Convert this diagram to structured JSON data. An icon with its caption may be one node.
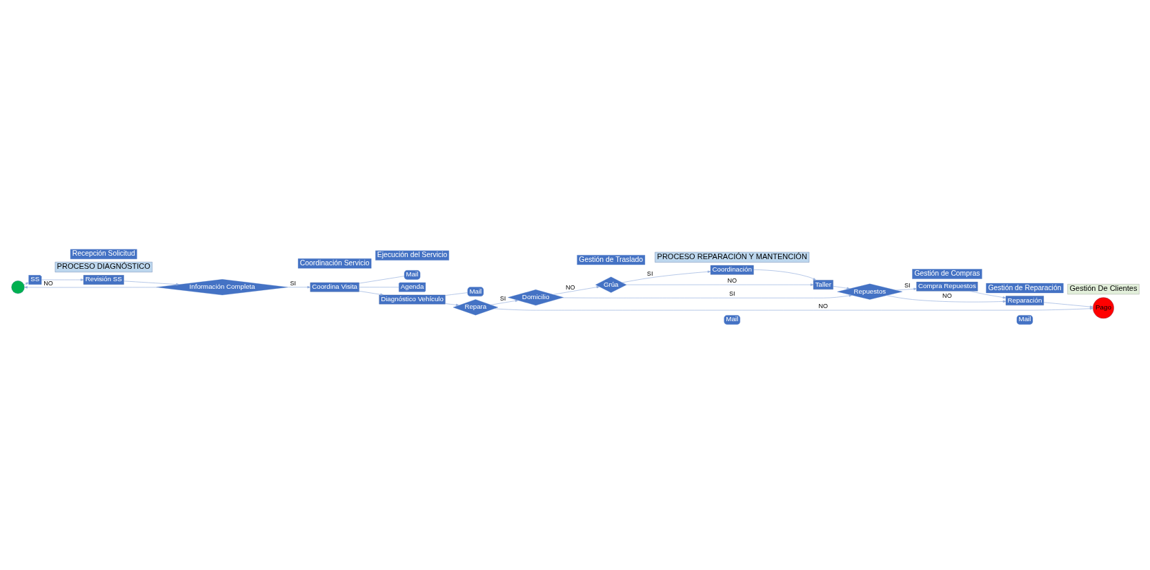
{
  "diagram": {
    "nodes": [
      {
        "text": [],
        "shape": "circle"
      },
      {
        "text": [
          "SS"
        ]
      },
      {
        "text": [
          "Revisión SS"
        ]
      },
      {
        "text": [
          "Información Completa"
        ]
      },
      {
        "text": [
          "Coordina Visita"
        ]
      },
      {
        "text": [
          "Mail"
        ]
      },
      {
        "text": [
          "Agenda"
        ]
      },
      {
        "text": [
          "Diagnóstico Vehículo"
        ]
      },
      {
        "text": [
          "Mail"
        ]
      },
      {
        "text": [
          "Repara"
        ]
      },
      {
        "text": [
          "Domicilio"
        ]
      },
      {
        "text": [
          "Grúa"
        ]
      },
      {
        "text": [
          "Coordinación"
        ]
      },
      {
        "text": [
          "Mail"
        ]
      },
      {
        "text": [
          "Taller"
        ]
      },
      {
        "text": [
          "Repuestos"
        ]
      },
      {
        "text": [
          "Compra Repuestos"
        ]
      },
      {
        "text": [
          "Reparación"
        ]
      },
      {
        "text": [
          "Mail"
        ]
      },
      {
        "text": [
          "Pago"
        ]
      },
      {
        "text": [
          "PROCESO DIAGNÓSTICO"
        ]
      },
      {
        "text": [
          "PROCESO REPARACIÓN Y MANTENCIÓN"
        ]
      },
      {
        "text": [
          "Recepción Solicitud"
        ]
      },
      {
        "text": [
          "Coordinación Servicio"
        ]
      },
      {
        "text": [
          "Ejecución del Servicio"
        ]
      },
      {
        "text": [
          "Gestión de Traslado"
        ]
      },
      {
        "text": [
          "Gestión de Compras"
        ]
      },
      {
        "text": [
          "Gestión de Reparación"
        ]
      },
      {
        "text": [
          "Gestión De Clientes"
        ]
      }
    ],
    "edges": [
      {
        "from": 0,
        "to": 1,
        "arrow": "to"
      },
      {
        "from": 1,
        "to": 2,
        "arrow": "to"
      },
      {
        "from": 2,
        "to": 3,
        "arrow": "to"
      },
      {
        "from": 3,
        "to": 0,
        "arrow": "to",
        "label": "NO"
      },
      {
        "from": 3,
        "to": 4,
        "arrow": "to",
        "label": "SI"
      },
      {
        "from": 4,
        "to": 5,
        "arrow": "none"
      },
      {
        "from": 4,
        "to": 6,
        "arrow": "none"
      },
      {
        "from": 4,
        "to": 7,
        "arrow": "to"
      },
      {
        "from": 7,
        "to": 8,
        "arrow": "none"
      },
      {
        "from": 7,
        "to": 9,
        "arrow": "to"
      },
      {
        "from": 9,
        "to": 10,
        "arrow": "to",
        "label": "SI"
      },
      {
        "from": 9,
        "to": 19,
        "arrow": "to",
        "label": "NO"
      },
      {
        "from": 10,
        "to": 15,
        "arrow": "to",
        "label": "SI"
      },
      {
        "from": 10,
        "to": 11,
        "arrow": "to",
        "label": "NO"
      },
      {
        "from": 11,
        "to": 12,
        "arrow": "to",
        "label": "SI"
      },
      {
        "from": 11,
        "to": 14,
        "arrow": "to",
        "label": "NO"
      },
      {
        "from": 12,
        "to": 14,
        "arrow": "to"
      },
      {
        "from": 14,
        "to": 15,
        "arrow": "to"
      },
      {
        "from": 15,
        "to": 16,
        "arrow": "to",
        "label": "SI"
      },
      {
        "from": 15,
        "to": 17,
        "arrow": "to",
        "label": "NO"
      },
      {
        "from": 16,
        "to": 17,
        "arrow": "to"
      },
      {
        "from": 17,
        "to": 19,
        "arrow": "to"
      }
    ]
  }
}
